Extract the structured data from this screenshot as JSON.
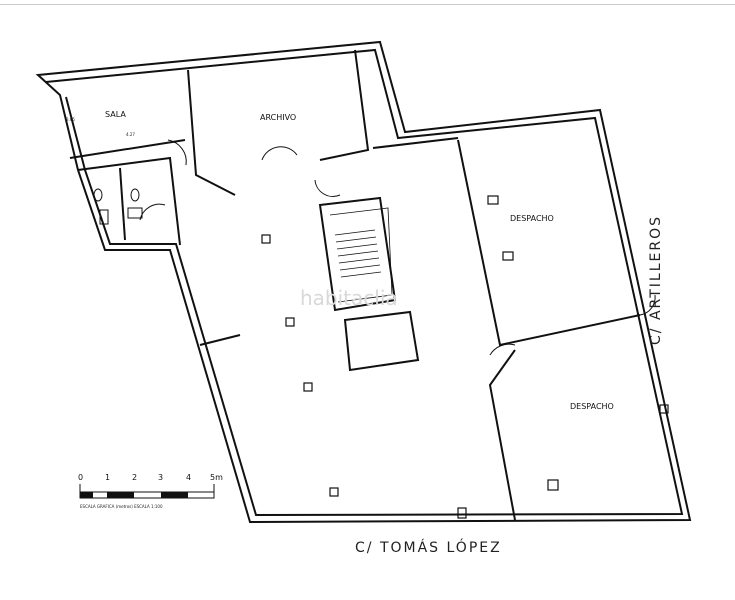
{
  "plan": {
    "rooms": [
      "SALA",
      "ARCHIVO",
      "DESPACHO",
      "DESPACHO"
    ],
    "dimensions": [
      "3.65",
      "4.27"
    ],
    "streets": {
      "bottom": "C/ TOMÁS LÓPEZ",
      "right": "C/ ARTILLEROS"
    },
    "watermark": "habitaclia",
    "scale": {
      "ticks": [
        "0",
        "1",
        "2",
        "3",
        "4",
        "5m"
      ],
      "caption": "ESCALA GRAFICA (metros)   ESCALA 1:100"
    }
  }
}
